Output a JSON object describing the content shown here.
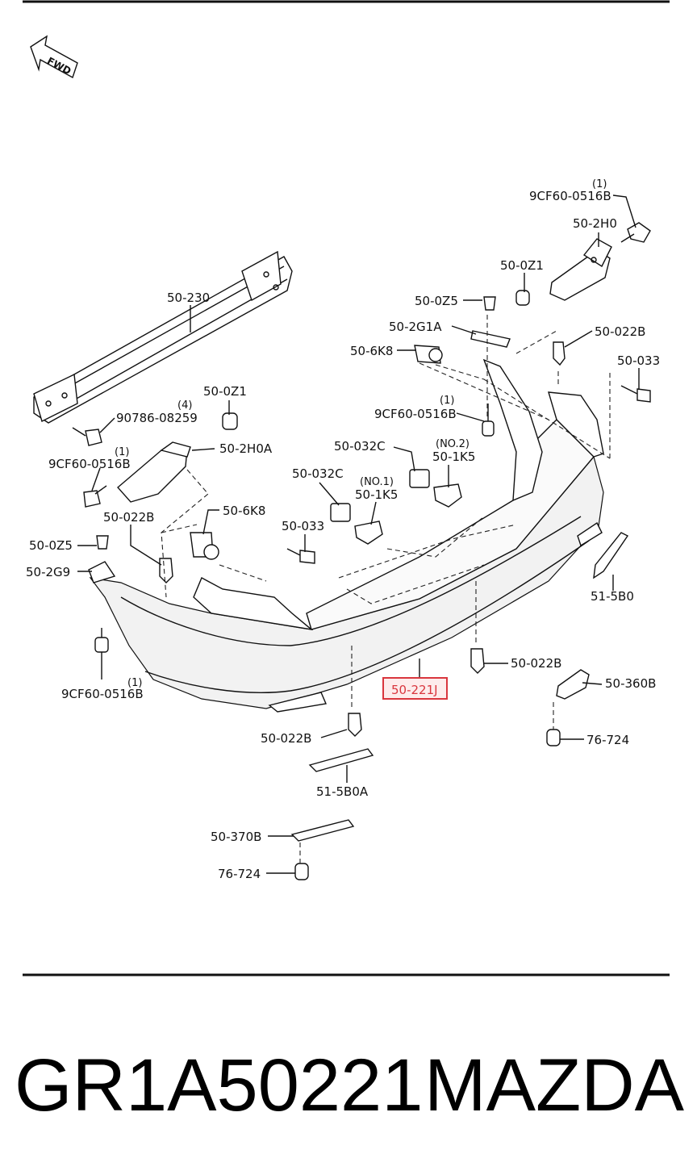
{
  "diagram": {
    "fwd_label": "FWD",
    "highlight_color": "#d9363e",
    "labels": {
      "p_9cf60_tr": "9CF60-0516B",
      "q_9cf60_tr": "(1)",
      "p_50_2h0": "50-2H0",
      "p_50_0z1_r": "50-0Z1",
      "p_50_0z5_c": "50-0Z5",
      "p_50_2g1a": "50-2G1A",
      "p_50_022b_r": "50-022B",
      "p_50_6k8_t": "50-6K8",
      "p_50_033_r": "50-033",
      "p_9cf60_c": "9CF60-0516B",
      "q_9cf60_c": "(1)",
      "p_50_230": "50-230",
      "p_50_0z1_l": "50-0Z1",
      "p_90786": "90786-08259",
      "q_90786": "(4)",
      "p_50_2h0a": "50-2H0A",
      "p_9cf60_l": "9CF60-0516B",
      "q_9cf60_l": "(1)",
      "p_50_032c_r": "50-032C",
      "q_no2": "(NO.2)",
      "p_50_1k5_r": "50-1K5",
      "p_50_032c_l": "50-032C",
      "q_no1": "(NO.1)",
      "p_50_1k5_l": "50-1K5",
      "p_50_6k8_b": "50-6K8",
      "p_50_022b_l": "50-022B",
      "p_50_0z5_l": "50-0Z5",
      "p_50_033_l": "50-033",
      "p_50_2g9": "50-2G9",
      "p_51_5b0": "51-5B0",
      "p_9cf60_bl": "9CF60-0516B",
      "q_9cf60_bl": "(1)",
      "p_50_022b_m": "50-022B",
      "p_50_221j": "50-221J",
      "p_50_360b": "50-360B",
      "p_50_022b_b": "50-022B",
      "p_76_724_r": "76-724",
      "p_51_5b0a": "51-5B0A",
      "p_50_370b": "50-370B",
      "p_76_724_b": "76-724"
    }
  },
  "footer": {
    "part_number": "GR1A50221",
    "brand": "MAZDA"
  }
}
